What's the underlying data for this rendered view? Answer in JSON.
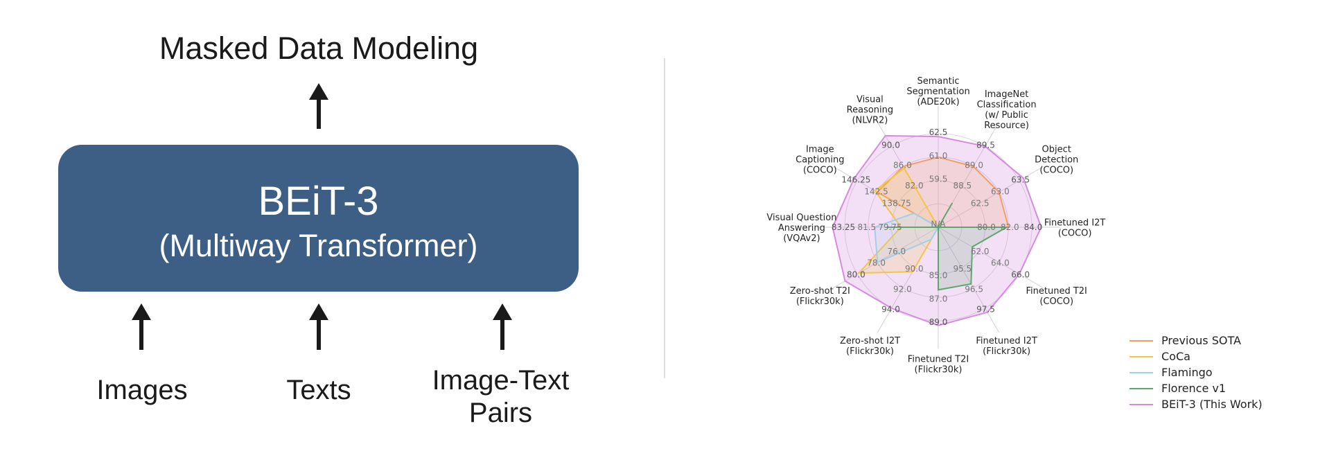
{
  "diagram": {
    "heading": "Masked Data Modeling",
    "model": {
      "title": "BEiT-3",
      "subtitle": "(Multiway Transformer)"
    },
    "inputs": [
      "Images",
      "Texts",
      "Image-Text Pairs"
    ]
  },
  "chart_data": {
    "type": "radar",
    "axes": [
      {
        "label": [
          "Semantic",
          "Segmentation",
          "(ADE20k)"
        ],
        "ticks": [
          "N/A",
          "59.5",
          "61.0",
          "62.5"
        ]
      },
      {
        "label": [
          "ImageNet",
          "Classification",
          "(w/ Public",
          "Resource)"
        ],
        "ticks": [
          "88.5",
          "89.0",
          "89.5"
        ]
      },
      {
        "label": [
          "Object",
          "Detection",
          "(COCO)"
        ],
        "ticks": [
          "62.5",
          "63.0",
          "63.5"
        ]
      },
      {
        "label": [
          "Finetuned I2T",
          "(COCO)"
        ],
        "ticks": [
          "80.0",
          "82.0",
          "84.0"
        ]
      },
      {
        "label": [
          "Finetuned T2I",
          "(COCO)"
        ],
        "ticks": [
          "62.0",
          "64.0",
          "66.0"
        ]
      },
      {
        "label": [
          "Finetuned I2T",
          "(Flickr30k)"
        ],
        "ticks": [
          "95.5",
          "96.5",
          "97.5"
        ]
      },
      {
        "label": [
          "Finetuned T2I",
          "(Flickr30k)"
        ],
        "ticks": [
          "85.0",
          "87.0",
          "89.0"
        ]
      },
      {
        "label": [
          "Zero-shot I2T",
          "(Flickr30k)"
        ],
        "ticks": [
          "90.0",
          "92.0",
          "94.0"
        ]
      },
      {
        "label": [
          "Zero-shot T2I",
          "(Flickr30k)"
        ],
        "ticks": [
          "76.0",
          "78.0",
          "80.0"
        ]
      },
      {
        "label": [
          "Visual Question",
          "Answering",
          "(VQAv2)"
        ],
        "ticks": [
          "79.75",
          "81.5",
          "83.25"
        ]
      },
      {
        "label": [
          "Image",
          "Captioning",
          "(COCO)"
        ],
        "ticks": [
          "138.75",
          "142.5",
          "146.25"
        ]
      },
      {
        "label": [
          "Visual",
          "Reasoning",
          "(NLVR2)"
        ],
        "ticks": [
          "82.0",
          "86.0",
          "90.0"
        ]
      }
    ],
    "series": [
      {
        "name": "Previous SOTA",
        "color": "#f0a060",
        "values": [
          0.75,
          0.75,
          0.75,
          0.75,
          0,
          0,
          0,
          0,
          0,
          0,
          0.75,
          0.75
        ]
      },
      {
        "name": "CoCa",
        "color": "#f5c542",
        "values": [
          0,
          0,
          0,
          0,
          0,
          0,
          0,
          0.55,
          0.98,
          0.4,
          0.78,
          0.73
        ]
      },
      {
        "name": "Flamingo",
        "color": "#9fd0e8",
        "values": [
          0,
          0,
          0,
          0,
          0,
          0,
          0,
          0.15,
          0.75,
          0.68,
          0.3,
          0
        ]
      },
      {
        "name": "Florence v1",
        "color": "#5aa86a",
        "values": [
          0,
          0.3,
          0,
          0.73,
          0.42,
          0.7,
          0.67,
          0,
          0,
          0.55,
          0,
          0
        ]
      },
      {
        "name": "BEiT-3 (This Work)",
        "color": "#d58be0",
        "values": [
          0.97,
          1.0,
          1.05,
          1.1,
          1.0,
          1.05,
          1.05,
          1.0,
          1.15,
          1.13,
          1.04,
          1.13
        ]
      }
    ],
    "grid": true,
    "legend_position": "bottom-right"
  }
}
